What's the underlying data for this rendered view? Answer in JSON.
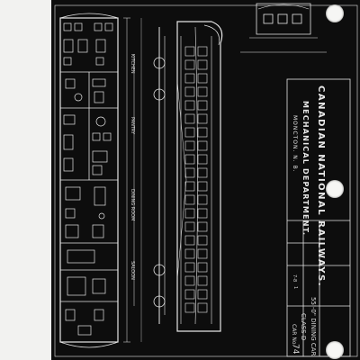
{
  "title_block": {
    "line1": "CANADIAN NATIONAL RAILWAYS.",
    "line2": "MECHANICAL DEPARTMENT.",
    "line3": "MONCTON.     N. B.",
    "handwritten": [
      "55'-0\" DINING CAR",
      "CLASS D",
      "CAR No.",
      "74"
    ],
    "cells": [
      "7-8",
      "1"
    ]
  },
  "plan_labels": [
    "KITCHEN",
    "PANTRY",
    "DINING ROOM",
    "SALOON"
  ],
  "colors": {
    "sheet": "#0d0d0d",
    "lines": "#e8e8e8",
    "paper": "#f2f2f0"
  }
}
